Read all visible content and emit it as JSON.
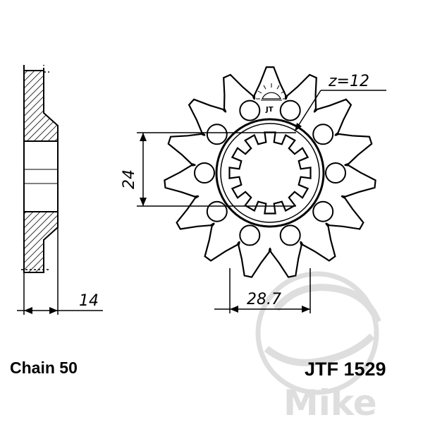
{
  "dims": {
    "teeth": "z=12",
    "height": "24",
    "width": "14",
    "bore": "28.7"
  },
  "footer": {
    "chain": "Chain 50",
    "code": "JTF 1529"
  },
  "watermark": {
    "text": "Mike",
    "color": "#dedede"
  },
  "colors": {
    "ink": "#000000"
  }
}
